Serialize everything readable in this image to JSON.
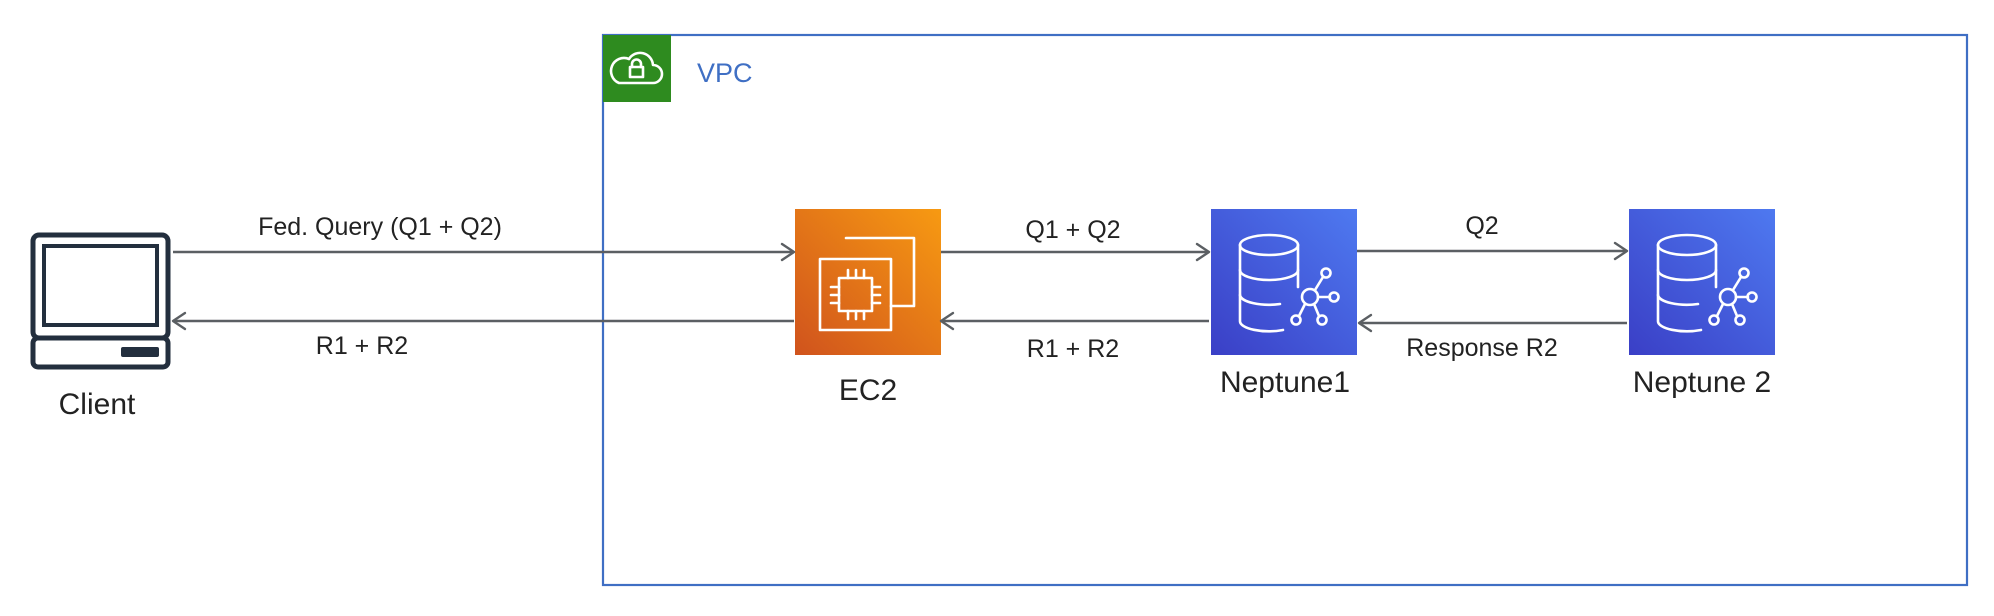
{
  "vpc": {
    "label": "VPC",
    "icon": "cloud-lock-icon",
    "border_color": "#3f6fc4",
    "badge_color": "#2e8b1f"
  },
  "nodes": {
    "client": {
      "label": "Client",
      "icon": "laptop-icon"
    },
    "ec2": {
      "label": "EC2",
      "icon": "cpu-chip-icon",
      "color_from": "#d0531d",
      "color_to": "#f79a12"
    },
    "neptune1": {
      "label": "Neptune1",
      "icon": "graph-database-icon",
      "color_from": "#3a3fc6",
      "color_to": "#4e79f0"
    },
    "neptune2": {
      "label": "Neptune 2",
      "icon": "graph-database-icon",
      "color_from": "#3a3fc6",
      "color_to": "#4e79f0"
    }
  },
  "edges": {
    "client_to_ec2": "Fed. Query (Q1 + Q2)",
    "ec2_to_client": "R1 + R2",
    "ec2_to_neptune1": "Q1 + Q2",
    "neptune1_to_ec2": "R1 + R2",
    "neptune1_to_neptune2": "Q2",
    "neptune2_to_neptune1": "Response R2"
  }
}
